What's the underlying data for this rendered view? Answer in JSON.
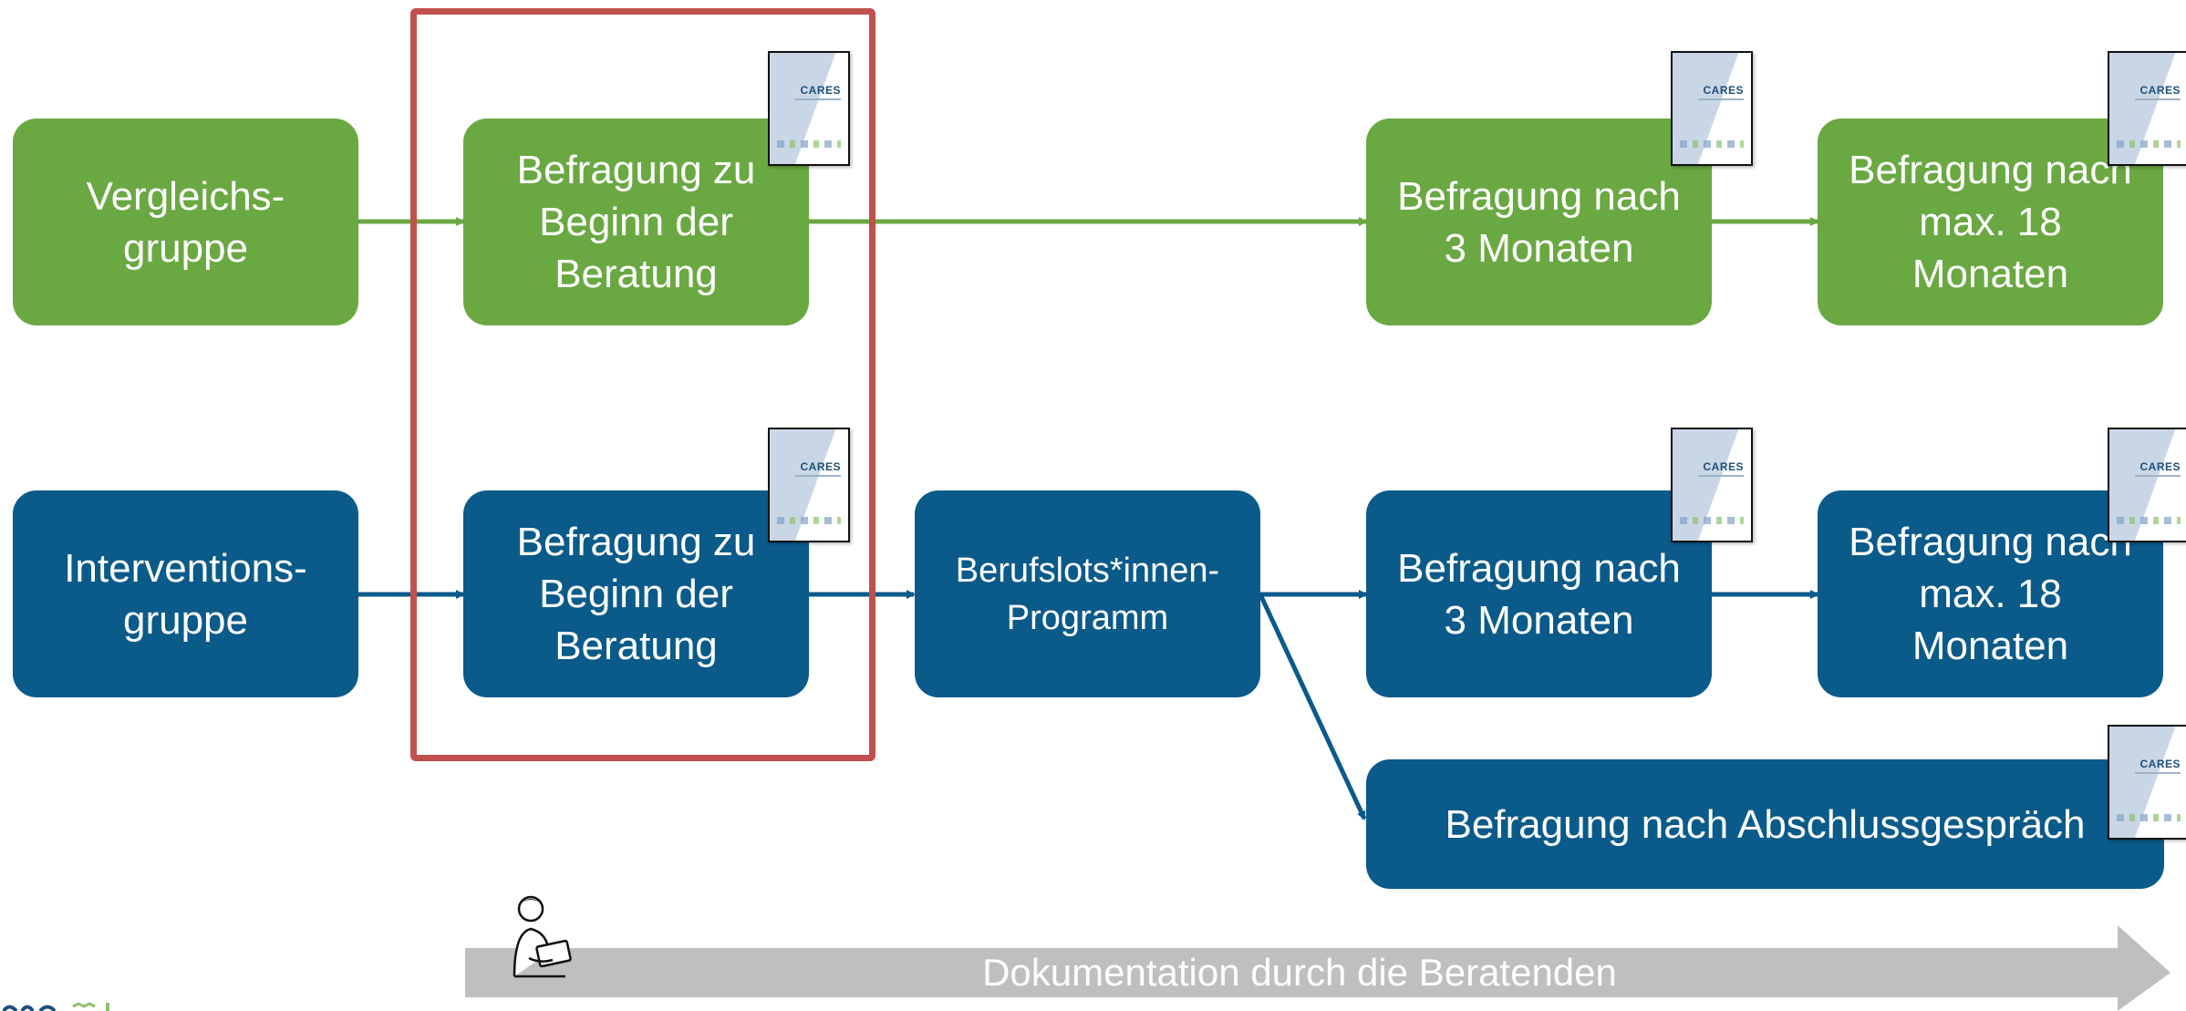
{
  "colors": {
    "comparison_group": "#6aa842",
    "intervention_group": "#0a5a8a",
    "highlight_frame": "#c0504d",
    "documentation_band": "#bfbfbf"
  },
  "comparison_row": {
    "group_label": "Vergleichs-\ngruppe",
    "baseline_survey": "Befragung zu\nBeginn der\nBeratung",
    "survey_3_months": "Befragung nach\n3 Monaten",
    "survey_18_months": "Befragung nach\nmax. 18\nMonaten"
  },
  "intervention_row": {
    "group_label": "Interventions-\ngruppe",
    "baseline_survey": "Befragung zu\nBeginn der\nBeratung",
    "program": "Berufslots*innen-\nProgramm",
    "survey_3_months": "Befragung nach\n3 Monaten",
    "survey_18_months": "Befragung nach\nmax. 18\nMonaten",
    "exit_survey": "Befragung nach Abschlussgespräch"
  },
  "questionnaire_icon": {
    "icon": "questionnaire-document-icon",
    "brand": "CARES"
  },
  "documentation_band": {
    "label": "Dokumentation durch die Beratenden",
    "icon": "counselor-with-laptop-icon"
  }
}
